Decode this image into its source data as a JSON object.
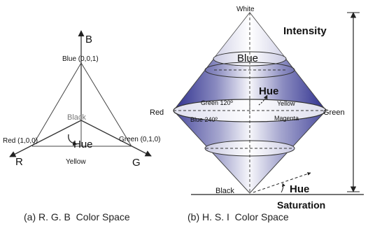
{
  "rgb_panel": {
    "axis_b_label": "B",
    "axis_r_label": "R",
    "axis_g_label": "G",
    "blue_vertex_label": "Blue (0,0,1)",
    "red_vertex_label": "Red (1,0,0)",
    "green_vertex_label": "Green (0,1,0)",
    "origin_label": "Black",
    "hue_label": "Hue",
    "edge_label": "Yellow",
    "caption": "(a) R. G. B  Color Space"
  },
  "hsi_panel": {
    "top_label": "White",
    "intensity_label": "Intensity",
    "upper_disc_label": "Blue",
    "hue_label": "Hue",
    "left_label": "Red",
    "right_label": "Green",
    "green_angle_label": "Green 120º",
    "yellow_label": "Yellow",
    "blue_angle_label": "Blue 240º",
    "magenta_label": "Magenta",
    "bottom_label": "Black",
    "bottom_hue_label": "Hue",
    "saturation_label": "Saturation",
    "caption": "(b) H. S. I  Color Space"
  },
  "colors": {
    "cone_shade_dark": "#2e2f8e",
    "cone_shade_light": "#f2f2f8",
    "line_color": "#333333"
  }
}
